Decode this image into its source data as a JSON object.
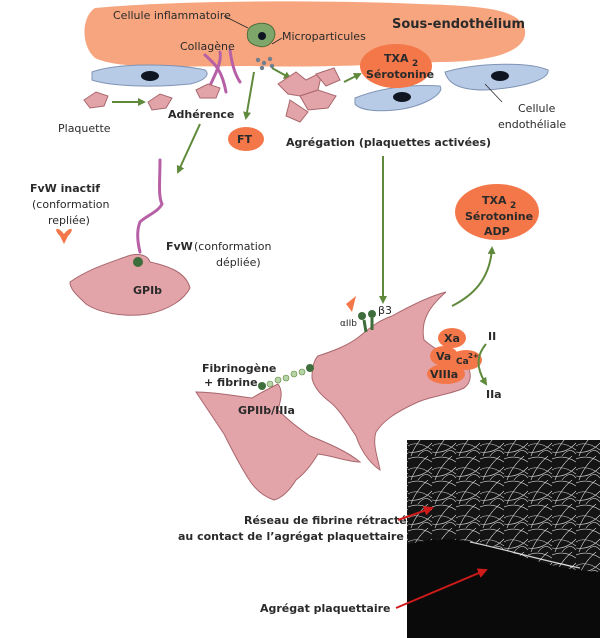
{
  "colors": {
    "subendothelium": "#f7a57e",
    "endothelial": "#b8cbe6",
    "nucleus": "#0f1622",
    "platelet": "#e2a4a8",
    "platelet_stroke": "#a9676d",
    "factor": "#f47749",
    "collagen": "#b760a6",
    "arrow": "#5f8a3c",
    "receptor": "#3e6e3c",
    "red_arrow": "#cf1a1a"
  },
  "icons": {
    "inflammatory_cell": "cell-icon",
    "microparticles": "dots-icon",
    "electron_micrograph": "micrograph-image"
  },
  "labels": {
    "sous_endothelium": "Sous-endothélium",
    "cellule_inflammatoire": "Cellule inflammatoire",
    "microparticules": "Microparticules",
    "collagene": "Collagène",
    "txa2_serotonine": [
      "TXA",
      "2",
      "Sérotonine"
    ],
    "cellule_endotheliale": [
      "Cellule",
      "endothéliale"
    ],
    "plaquette": "Plaquette",
    "adherence": "Adhérence",
    "ft": "FT",
    "agregation": "Agrégation (plaquettes activées)",
    "fvw_inactif": [
      "FvW inactif",
      "(conformation",
      "repliée)"
    ],
    "fvw": "FvW",
    "fvw_conf": [
      "(conformation",
      "dépliée)"
    ],
    "gpib": "GPIb",
    "txa2_ser_adp": [
      "TXA",
      "2",
      "Sérotonine",
      "ADP"
    ],
    "beta3": "β3",
    "alpha_iib": "αIIb",
    "xa": "Xa",
    "va": "Va",
    "ca": "Ca",
    "ca_sup": "2+",
    "viiia": "VIIIa",
    "ii": "II",
    "iia": "IIa",
    "fibrinogene": [
      "Fibrinogène",
      "+ fibrine"
    ],
    "gpiib_iiia": "GPIIb/IIIa",
    "reseau": [
      "Réseau de fibrine rétracté",
      "au contact de l’agrégat plaquettaire"
    ],
    "agregat": "Agrégat plaquettaire"
  }
}
